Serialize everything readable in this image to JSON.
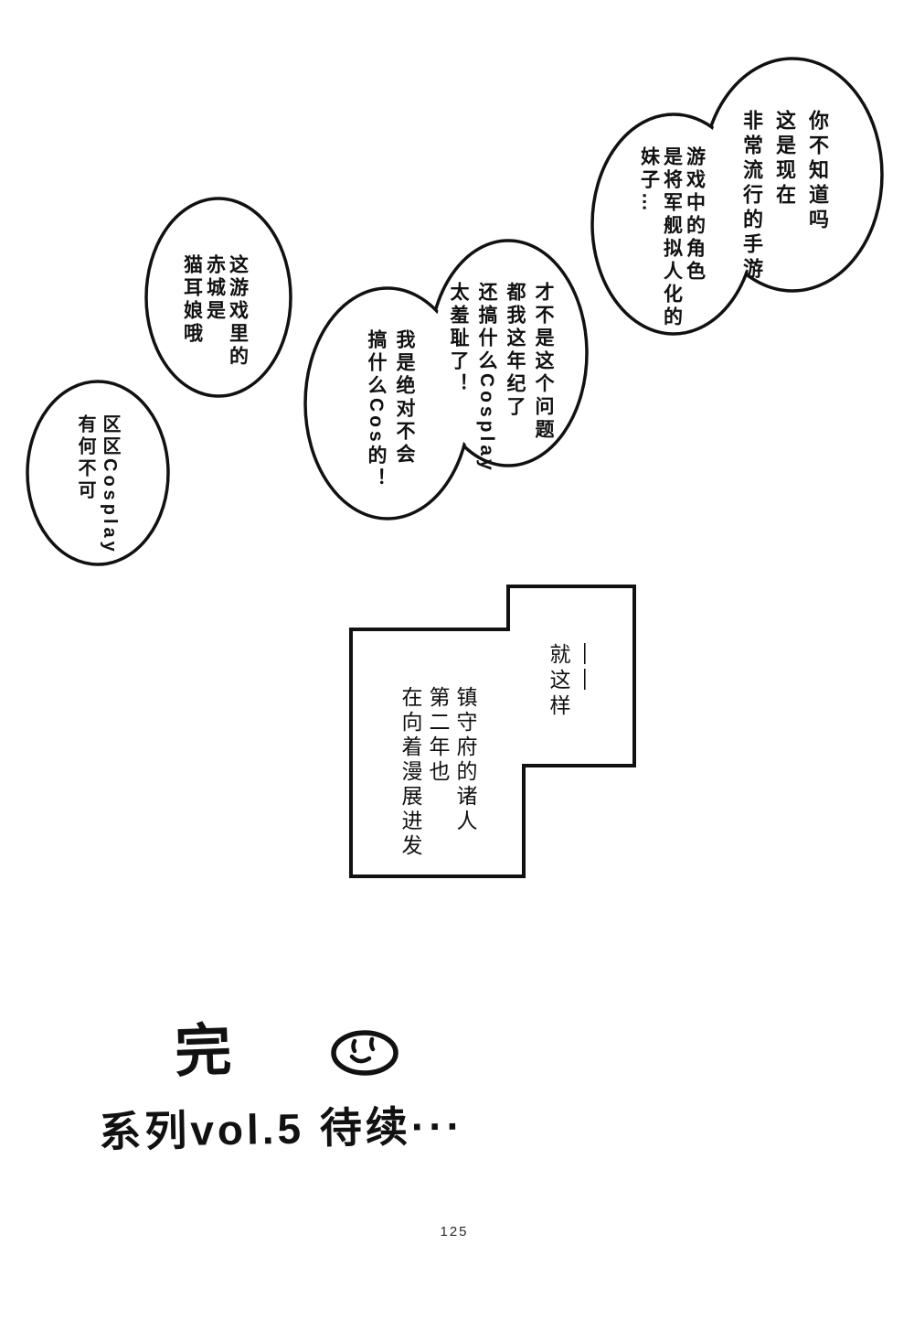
{
  "page": {
    "background_color": "#ffffff",
    "ink_color": "#111111"
  },
  "bubbles": [
    {
      "name": "bubble-popular-game-right",
      "lines": [
        "你不知道吗",
        "这是现在",
        "非常流行的手游"
      ]
    },
    {
      "name": "bubble-popular-game-left",
      "lines": [
        "游戏中的角色",
        "是将军舰拟人化的",
        "妹子…"
      ]
    },
    {
      "name": "bubble-akagi-catgirl",
      "lines": [
        "这游戏里的",
        "赤城是",
        "猫耳娘哦"
      ]
    },
    {
      "name": "bubble-denial-right",
      "lines": [
        "才不是这个问题",
        "都我这年纪了",
        "还搞什么Cosplay",
        "太羞耻了！"
      ]
    },
    {
      "name": "bubble-denial-left",
      "lines": [
        "我是绝对不会",
        "搞什么Cos的！"
      ]
    },
    {
      "name": "bubble-cosplay-ok",
      "lines": [
        "区区Cosplay",
        "有何不可"
      ]
    }
  ],
  "caption": {
    "intro_lines": [
      "——",
      "就这样"
    ],
    "body_lines": [
      "镇守府的诸人",
      "第二年也",
      "在向着漫展进发"
    ]
  },
  "footer": {
    "end_mark": "完",
    "smiley_icon": "smiley-face-icon",
    "series_note": "系列vol.5 待续···",
    "page_number": "125"
  }
}
